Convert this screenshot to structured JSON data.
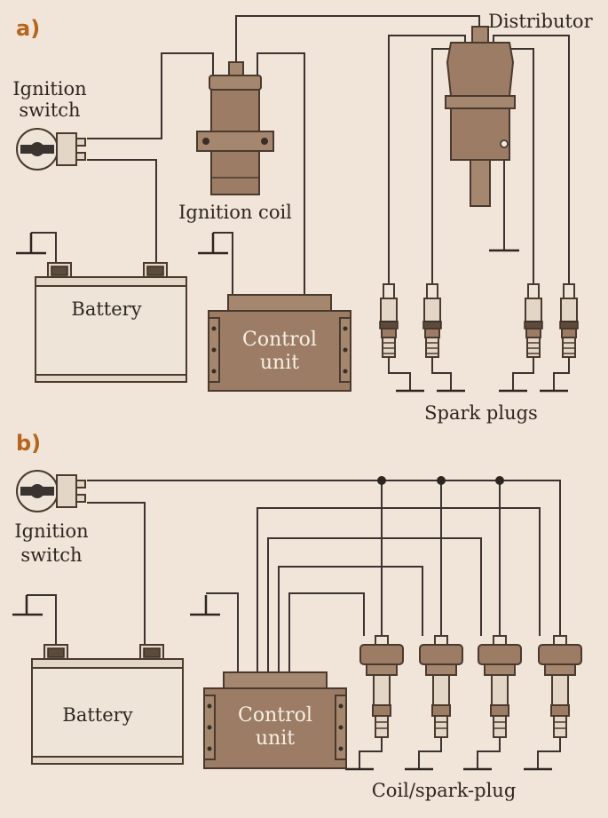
{
  "sections": [
    {
      "id": "a",
      "label": "a)",
      "components": {
        "ignition_switch": "Ignition switch",
        "ignition_switch_lines": [
          "Ignition",
          "switch"
        ],
        "battery": "Battery",
        "ignition_coil": "Ignition coil",
        "control_unit": "Control unit",
        "control_unit_lines": [
          "Control",
          "unit"
        ],
        "distributor": "Distributor",
        "spark_plugs": "Spark plugs"
      }
    },
    {
      "id": "b",
      "label": "b)",
      "components": {
        "ignition_switch": "Ignition switch",
        "ignition_switch_lines": [
          "Ignition",
          "switch"
        ],
        "battery": "Battery",
        "control_unit": "Control unit",
        "control_unit_lines": [
          "Control",
          "unit"
        ],
        "coil_spark_plug": "Coil/spark-plug"
      }
    }
  ],
  "colors": {
    "background": "#f1e4d8",
    "section_label": "#b5651d",
    "component_body": "#a58770",
    "wire": "#3a3330"
  }
}
